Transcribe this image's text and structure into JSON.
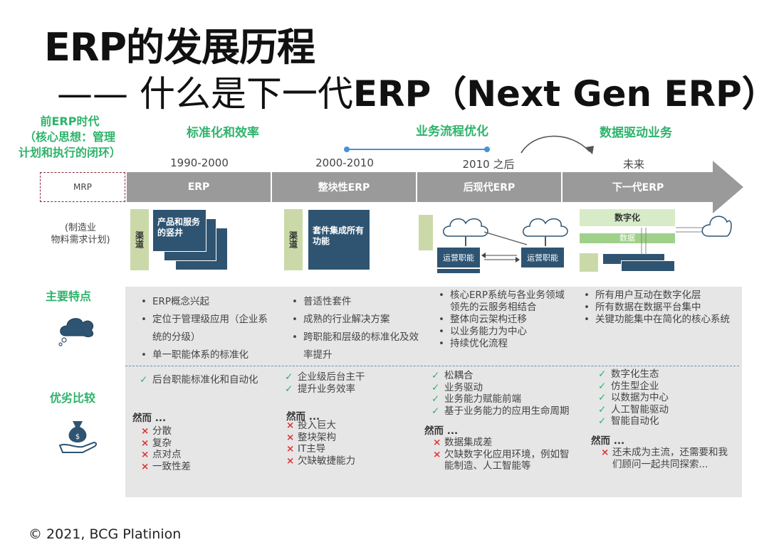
{
  "title": {
    "line1": "ERP的发展历程",
    "line2_prefix": "—— 什么是下一代",
    "line2_bold": "ERP（Next Gen ERP）"
  },
  "pre_era": {
    "line1": "前ERP时代",
    "line2": "（核心思想：管理",
    "line3": "计划和执行的闭环）"
  },
  "eras": [
    "标准化和效率",
    "业务流程优化",
    "数据驱动业务"
  ],
  "years": [
    "1990-2000",
    "2000-2010",
    "2010 之后",
    "未来"
  ],
  "timeline": {
    "mrp": "MRP",
    "stages": [
      "ERP",
      "整块性ERP",
      "后现代ERP",
      "下一代ERP"
    ]
  },
  "mrp_desc": {
    "line1": "(制造业",
    "line2": "物料需求计划)"
  },
  "diagram": {
    "channel": "渠道",
    "erp_box": "产品和服务的竖井",
    "suite_box": "套件集成所有功能",
    "ops": "运营职能",
    "digital": "数字化",
    "data": "数据"
  },
  "section_labels": {
    "features": "主要特点",
    "pros_cons": "优劣比较"
  },
  "colors": {
    "accent_green": "#2fb36b",
    "navy": "#2e5472",
    "timeline_gray": "#9a9a9a",
    "light_green": "#cbd9a9"
  },
  "features": [
    [
      "ERP概念兴起",
      "定位于管理级应用（企业系统的分级）",
      "单一职能体系的标准化"
    ],
    [
      "普适性套件",
      "成熟的行业解决方案",
      "跨职能和层级的标准化及效率提升"
    ],
    [
      "核心ERP系统与各业务领域领先的云服务相结合",
      "整体向云架构迁移",
      "以业务能力为中心",
      "持续优化流程"
    ],
    [
      "所有用户互动在数字化层",
      "所有数据在数据平台集中",
      "关键功能集中在简化的核心系统"
    ]
  ],
  "pros": [
    [
      "后台职能标准化和自动化"
    ],
    [
      "企业级后台主干",
      "提升业务效率"
    ],
    [
      "松耦合",
      "业务驱动",
      "业务能力赋能前端",
      "基于业务能力的应用生命周期"
    ],
    [
      "数字化生态",
      "仿生型企业",
      "以数据为中心",
      "人工智能驱动",
      "智能自动化"
    ]
  ],
  "however_label": "然而 ...",
  "cons": [
    [
      "分散",
      "复杂",
      "点对点",
      "一致性差"
    ],
    [
      "投入巨大",
      "整块架构",
      "IT主导",
      "欠缺敏捷能力"
    ],
    [
      "数据集成差",
      "欠缺数字化应用环境，例如智能制造、人工智能等"
    ],
    [
      "还未成为主流，还需要和我们顾问一起共同探索..."
    ]
  ],
  "footer": "© 2021, BCG Platinion"
}
